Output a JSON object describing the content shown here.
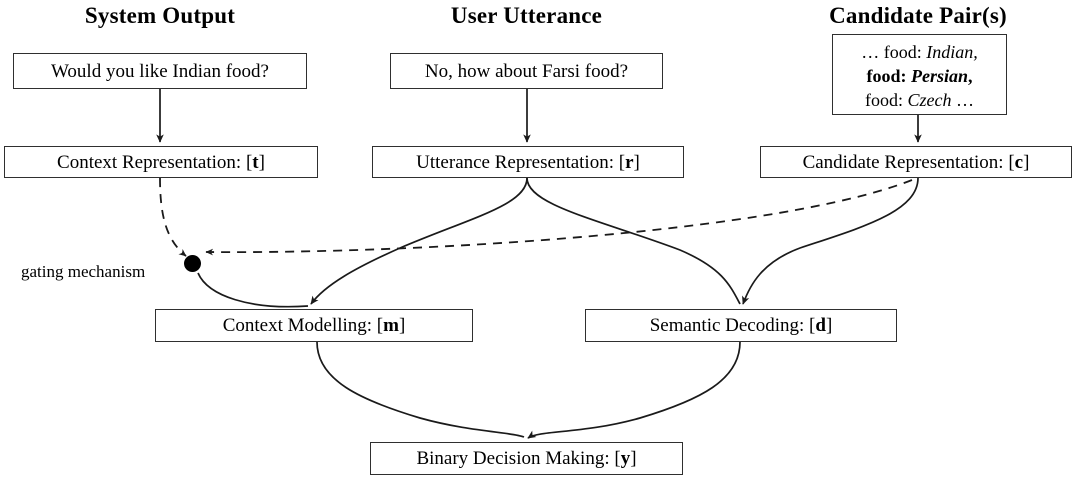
{
  "diagram": {
    "title_columns": [
      {
        "name": "system-output",
        "label": "System Output"
      },
      {
        "name": "user-utterance",
        "label": "User Utterance"
      },
      {
        "name": "candidate-pairs",
        "label": "Candidate Pair(s)"
      }
    ],
    "inputs": {
      "system_output_text": "Would you like Indian food?",
      "user_utterance_text": "No, how about Farsi food?",
      "candidate_lines": [
        {
          "prefix": "… food: ",
          "value": "Indian,",
          "bold": false
        },
        {
          "prefix": "food: ",
          "value": "Persian",
          "suffix": ",",
          "bold": true
        },
        {
          "prefix": "food: ",
          "value": "Czech",
          "suffix": " …",
          "bold": false
        }
      ]
    },
    "representation_nodes": [
      {
        "name": "context-representation",
        "text": "Context Representation: [",
        "symbol": "t",
        "close": "]"
      },
      {
        "name": "utterance-representation",
        "text": "Utterance Representation: [",
        "symbol": "r",
        "close": "]"
      },
      {
        "name": "candidate-representation",
        "text": "Candidate Representation: [",
        "symbol": "c",
        "close": "]"
      }
    ],
    "middle_nodes": [
      {
        "name": "context-modelling",
        "text": "Context Modelling: [",
        "symbol": "m",
        "close": "]"
      },
      {
        "name": "semantic-decoding",
        "text": "Semantic Decoding: [",
        "symbol": "d",
        "close": "]"
      }
    ],
    "output_node": {
      "name": "binary-decision-making",
      "text": "Binary Decision Making: [",
      "symbol": "y",
      "close": "]"
    },
    "annotations": {
      "gating_mechanism_label": "gating mechanism"
    },
    "style": {
      "stroke": "#1a1a1a",
      "box_border": "#2f2f2f",
      "background": "#ffffff"
    }
  }
}
